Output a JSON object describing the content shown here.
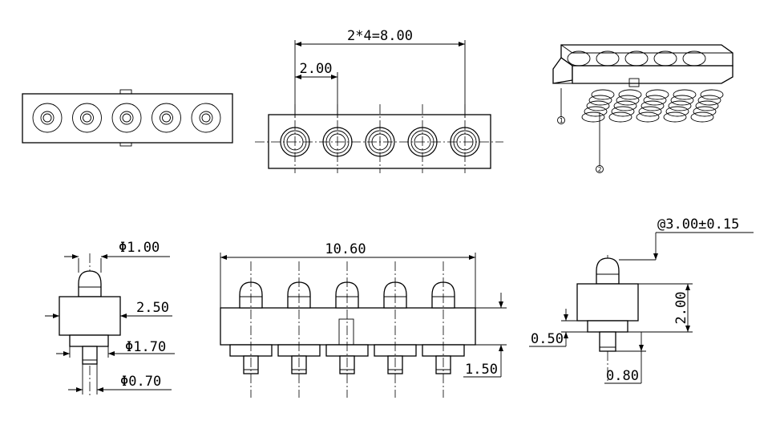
{
  "dimensions": {
    "pitch_total": "2*4=8.00",
    "pitch": "2.00",
    "cap_diameter": "Φ1.00",
    "body_height": "2.50",
    "base_diameter": "Φ1.70",
    "tail_diameter": "Φ0.70",
    "overall_length": "10.60",
    "tail_length": "1.50",
    "right_top": "@3.00±0.15",
    "right_height": "2.00",
    "right_base": "0.50",
    "right_tail": "0.80"
  },
  "callouts": {
    "part_1": "1",
    "part_2": "2"
  },
  "pin_count": 5
}
